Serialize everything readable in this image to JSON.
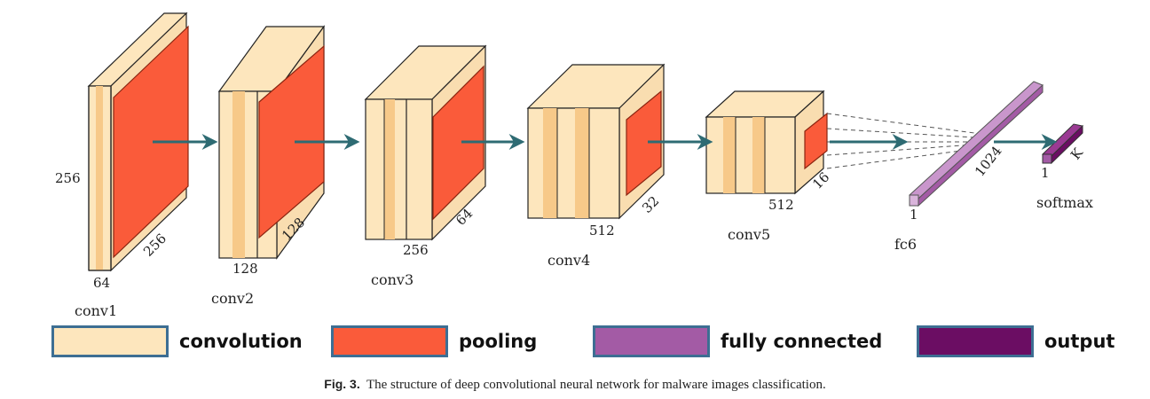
{
  "colors": {
    "convolution": "#fde6bd",
    "convolution_stripe": "#f7c989",
    "pooling": "#fa5b3a",
    "fully_connected": "#a35ba5",
    "output": "#6b0d63",
    "arrow": "#2e6b73",
    "legend_border": "#3d6e93"
  },
  "layers": [
    {
      "label": "conv1",
      "height": "256",
      "width": "64",
      "depth": "256"
    },
    {
      "label": "conv2",
      "width": "128",
      "depth": "128"
    },
    {
      "label": "conv3",
      "width": "256",
      "depth": "64"
    },
    {
      "label": "conv4",
      "width": "512",
      "depth": "32"
    },
    {
      "label": "conv5",
      "width": "512",
      "depth": "16"
    },
    {
      "label": "fc6",
      "width": "1",
      "depth": "1024"
    },
    {
      "label": "softmax",
      "width": "1",
      "depth": "K"
    }
  ],
  "legend": [
    {
      "label": "convolution",
      "color": "#fde6bd"
    },
    {
      "label": "pooling",
      "color": "#fa5b3a"
    },
    {
      "label": "fully connected",
      "color": "#a35ba5"
    },
    {
      "label": "output",
      "color": "#6b0d63"
    }
  ],
  "caption": {
    "prefix": "Fig. 3.",
    "text": "The structure of deep convolutional neural network for malware images classification."
  }
}
